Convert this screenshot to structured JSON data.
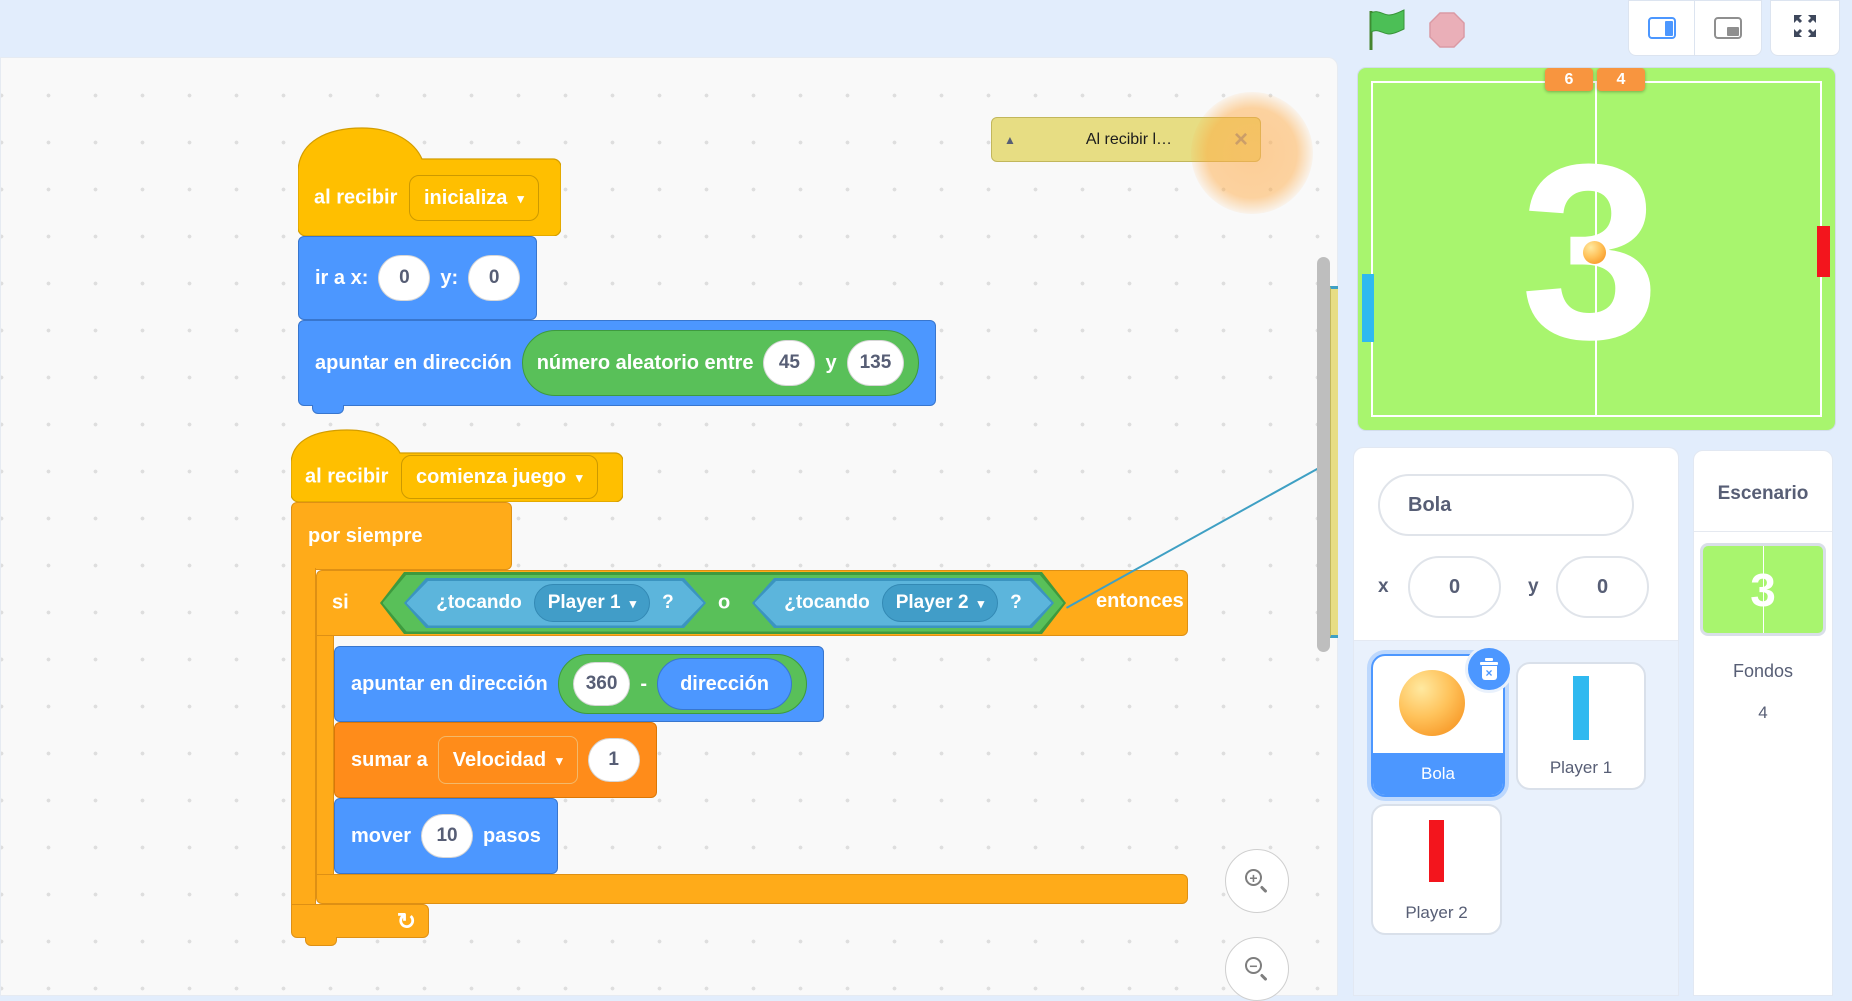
{
  "toolbar": {
    "green_flag_icon": "green-flag",
    "stop_icon": "stop-sign",
    "small_stage_icon": "small-stage-layout",
    "large_stage_icon": "large-stage-layout",
    "fullscreen_icon": "fullscreen"
  },
  "ui": {
    "caret": "▾",
    "collapse": "▲",
    "close": "×",
    "loop": "↻",
    "zoom_in": "+",
    "zoom_out": "−"
  },
  "scripts": {
    "s1": {
      "hat": {
        "label": "al recibir",
        "dropdown": "inicializa"
      },
      "goto": {
        "label": "ir a x:",
        "x_value": "0",
        "y_label": "y:",
        "y_value": "0"
      },
      "point": {
        "label": "apuntar en dirección",
        "random": {
          "label": "número aleatorio entre",
          "from": "45",
          "and": "y",
          "to": "135"
        }
      }
    },
    "s2": {
      "hat": {
        "label": "al recibir",
        "dropdown": "comienza juego"
      },
      "forever": {
        "label": "por siempre"
      },
      "if_block": {
        "label": "si",
        "then_label": "entonces",
        "or_label": "o",
        "cond1": {
          "label": "¿tocando",
          "value": "Player 1",
          "q": "?"
        },
        "cond2": {
          "label": "¿tocando",
          "value": "Player 2",
          "q": "?"
        }
      },
      "point": {
        "label": "apuntar en dirección",
        "num": "360",
        "op": "-",
        "reporter": "dirección"
      },
      "change": {
        "label": "sumar a",
        "var": "Velocidad",
        "value": "1"
      },
      "move": {
        "label": "mover",
        "steps": "10",
        "suffix": "pasos"
      }
    }
  },
  "comment": {
    "text": "Al recibir l…"
  },
  "stage": {
    "score_left": "6",
    "score_right": "4",
    "big_number": "3"
  },
  "sprite_panel": {
    "name": "Bola",
    "x_label": "x",
    "x_value": "0",
    "y_label": "y",
    "y_value": "0",
    "sprites": [
      {
        "name": "Bola",
        "selected": true
      },
      {
        "name": "Player 1",
        "selected": false
      },
      {
        "name": "Player 2",
        "selected": false
      }
    ]
  },
  "stage_panel": {
    "title": "Escenario",
    "backdrop_number": "3",
    "fondos_label": "Fondos",
    "count": "4"
  },
  "colors": {
    "motion": "#4C97FF",
    "events": "#FFBF00",
    "control": "#FFAB19",
    "variables": "#FF8C1A",
    "operators": "#59C059",
    "sensing": "#5CB5DC",
    "stage_green": "#A8F56E",
    "paddle_left": "#2FB9F0",
    "paddle_right": "#F3151D",
    "score_tab": "#F8953F",
    "comment_yellow": "#E7DD83",
    "selection_blue": "#4C97FF",
    "topbar_blue": "#E2EDFC"
  }
}
